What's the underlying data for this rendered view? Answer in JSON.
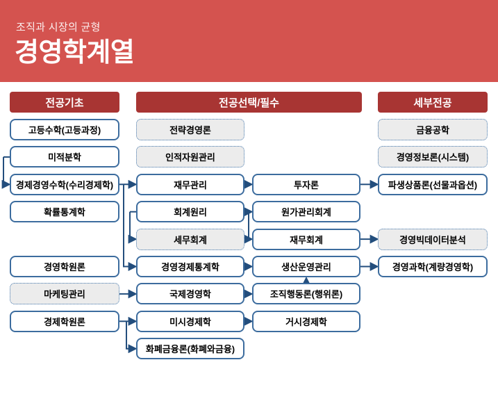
{
  "banner": {
    "subtitle": "조직과 시장의 균형",
    "title": "경영학계열"
  },
  "columns": [
    {
      "id": "major-basics",
      "label": "전공기초"
    },
    {
      "id": "major-elective-required",
      "label": "전공선택/필수"
    },
    {
      "id": "detailed-major",
      "label": "세부전공"
    }
  ],
  "colors": {
    "banner_bg": "#d4534f",
    "header_bg": "#a83533",
    "box_border": "#3c6c9e",
    "dotted_border": "#4377ad",
    "dotted_bg": "#ececec",
    "connector": "#234e7d",
    "text": "#000000"
  },
  "nodes": [
    {
      "id": "hs-math",
      "label": "고등수학(고등과정)",
      "col": "A",
      "row": 1,
      "style": "solid"
    },
    {
      "id": "calculus",
      "label": "미적분학",
      "col": "A",
      "row": 2,
      "style": "solid"
    },
    {
      "id": "econ-math",
      "label": "경제경영수학(수리경제학)",
      "col": "A",
      "row": 3,
      "style": "solid"
    },
    {
      "id": "prob-stat",
      "label": "확률통계학",
      "col": "A",
      "row": 4,
      "style": "solid"
    },
    {
      "id": "mgmt-intro",
      "label": "경영학원론",
      "col": "A",
      "row": 6,
      "style": "solid"
    },
    {
      "id": "marketing",
      "label": "마케팅관리",
      "col": "A",
      "row": 7,
      "style": "dotted"
    },
    {
      "id": "econ-intro",
      "label": "경제학원론",
      "col": "A",
      "row": 8,
      "style": "solid"
    },
    {
      "id": "strategy",
      "label": "전략경영론",
      "col": "B1",
      "row": 1,
      "style": "dotted"
    },
    {
      "id": "hr",
      "label": "인적자원관리",
      "col": "B1",
      "row": 2,
      "style": "dotted"
    },
    {
      "id": "finance",
      "label": "재무관리",
      "col": "B1",
      "row": 3,
      "style": "solid"
    },
    {
      "id": "accounting",
      "label": "회계원리",
      "col": "B1",
      "row": 4,
      "style": "solid"
    },
    {
      "id": "tax-acct",
      "label": "세무회계",
      "col": "B1",
      "row": 5,
      "style": "dotted"
    },
    {
      "id": "biz-stat",
      "label": "경영경제통계학",
      "col": "B1",
      "row": 6,
      "style": "solid"
    },
    {
      "id": "intl-biz",
      "label": "국제경영학",
      "col": "B1",
      "row": 7,
      "style": "solid"
    },
    {
      "id": "micro",
      "label": "미시경제학",
      "col": "B1",
      "row": 8,
      "style": "solid"
    },
    {
      "id": "money-fin",
      "label": "화폐금융론(화폐와금융)",
      "col": "B1",
      "row": 9,
      "style": "solid"
    },
    {
      "id": "investment",
      "label": "투자론",
      "col": "B2",
      "row": 3,
      "style": "solid"
    },
    {
      "id": "cost-acct",
      "label": "원가관리회계",
      "col": "B2",
      "row": 4,
      "style": "solid"
    },
    {
      "id": "fin-acct",
      "label": "재무회계",
      "col": "B2",
      "row": 5,
      "style": "solid"
    },
    {
      "id": "production",
      "label": "생산운영관리",
      "col": "B2",
      "row": 6,
      "style": "solid"
    },
    {
      "id": "org-behavior",
      "label": "조직행동론(행위론)",
      "col": "B2",
      "row": 7,
      "style": "solid"
    },
    {
      "id": "macro",
      "label": "거시경제학",
      "col": "B2",
      "row": 8,
      "style": "solid"
    },
    {
      "id": "fin-eng",
      "label": "금융공학",
      "col": "C",
      "row": 1,
      "style": "dotted"
    },
    {
      "id": "mis",
      "label": "경영정보론(시스템)",
      "col": "C",
      "row": 2,
      "style": "dotted"
    },
    {
      "id": "derivatives",
      "label": "파생상품론(선물과옵션)",
      "col": "C",
      "row": 3,
      "style": "solid"
    },
    {
      "id": "bigdata",
      "label": "경영빅데이터분석",
      "col": "C",
      "row": 5,
      "style": "dotted"
    },
    {
      "id": "mgmt-science",
      "label": "경영과학(계량경영학)",
      "col": "C",
      "row": 6,
      "style": "solid"
    }
  ],
  "connectors": [
    {
      "from": "calculus",
      "to": [
        "econ-math"
      ],
      "side": "left",
      "rail": 5
    },
    {
      "from": "econ-math",
      "to": [
        "finance",
        "biz-stat"
      ],
      "side": "right",
      "rail": 178
    },
    {
      "from": "accounting",
      "to": [
        "tax-acct"
      ],
      "side": "left",
      "rail": 187
    },
    {
      "from": "accounting",
      "to": [
        "cost-acct",
        "fin-acct"
      ],
      "side": "right",
      "rail": 358
    },
    {
      "from": "finance",
      "to": [
        "investment"
      ],
      "side": "right"
    },
    {
      "from": "investment",
      "to": [
        "derivatives"
      ],
      "side": "right"
    },
    {
      "from": "fin-acct",
      "to": [
        "bigdata"
      ],
      "side": "right"
    },
    {
      "from": "biz-stat",
      "to": [
        "production"
      ],
      "side": "right"
    },
    {
      "from": "production",
      "to": [
        "mgmt-science"
      ],
      "side": "right"
    },
    {
      "from": "org-behavior",
      "to": [
        "production"
      ],
      "side": "top"
    },
    {
      "from": "marketing",
      "to": [
        "intl-biz"
      ],
      "side": "right"
    },
    {
      "from": "intl-biz",
      "to": [
        "org-behavior"
      ],
      "side": "right"
    },
    {
      "from": "micro",
      "to": [
        "macro"
      ],
      "side": "right"
    },
    {
      "from": "econ-intro",
      "to": [
        "micro",
        "money-fin"
      ],
      "side": "right",
      "rail": 182
    }
  ]
}
